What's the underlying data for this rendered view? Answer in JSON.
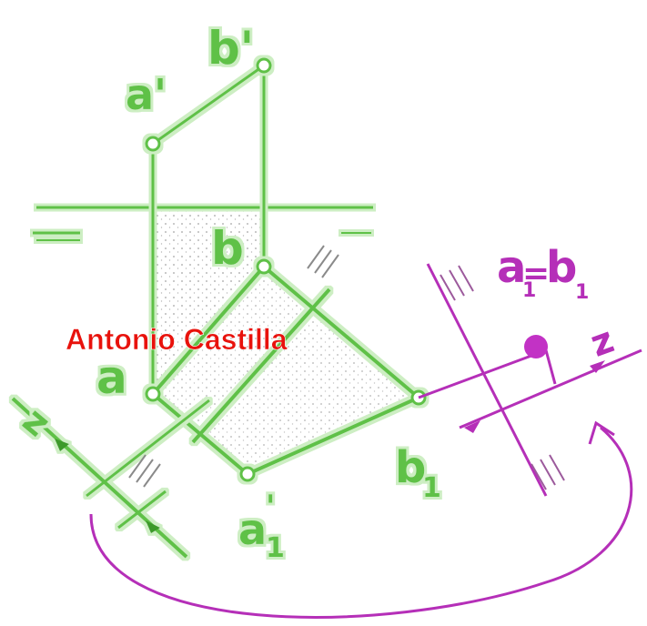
{
  "watermark": "Antonio Castilla",
  "labels": {
    "a_prime": "a'",
    "b_prime": "b'",
    "b": "b",
    "a": "a",
    "z_left": "z",
    "a1_prime_base": "a",
    "a1_prime_mark": "'",
    "a1_prime_sub": "1",
    "b1_base": "b",
    "b1_sub": "1",
    "ab1_a": "a",
    "ab1_eq": "=",
    "ab1_b": "b",
    "ab1_sub_a": "1",
    "ab1_sub_b": "1",
    "z_right": "z"
  },
  "colors": {
    "green": "#5fc146",
    "green_dark": "#3e9a2c",
    "green_halo": "#c9efbe",
    "magenta": "#b52fb8",
    "magenta_light": "#e6a6e7",
    "watermark": "#e8120c",
    "hatch": "#8a8a8a"
  }
}
